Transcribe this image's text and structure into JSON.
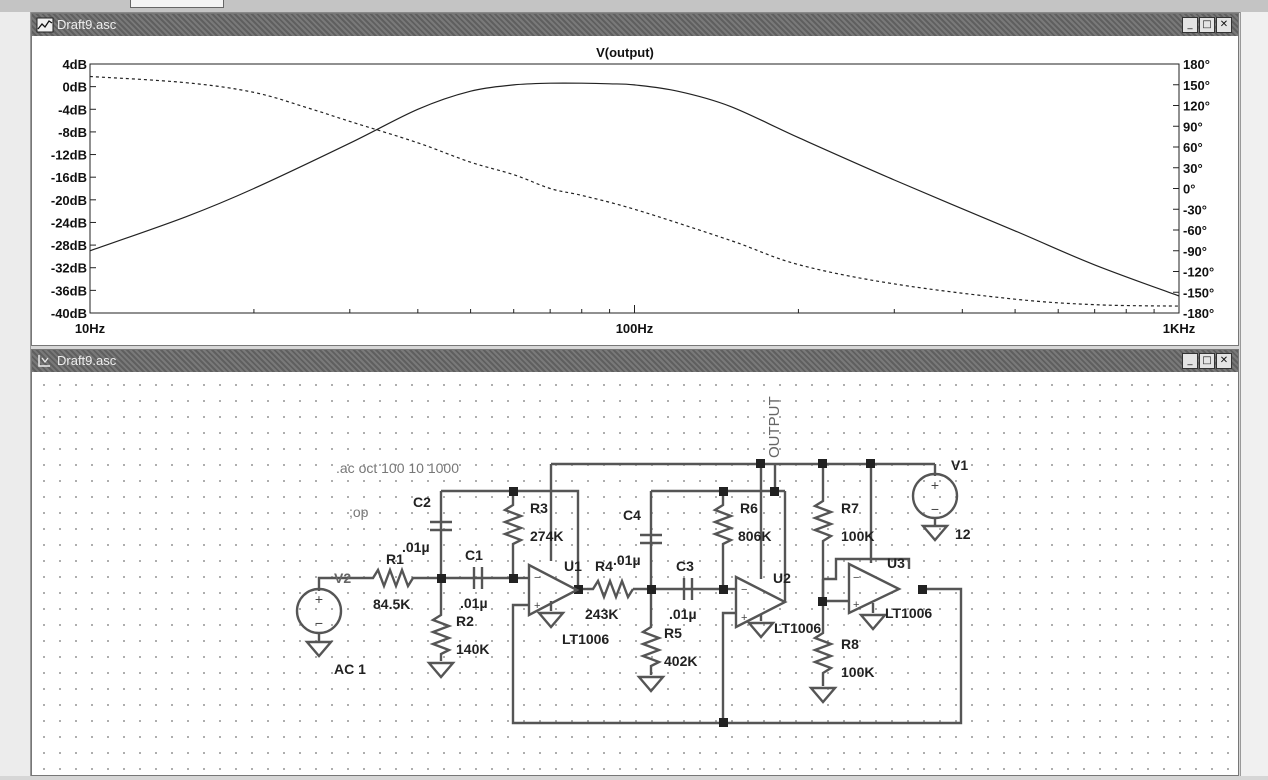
{
  "plot_window": {
    "title": "Draft9.asc",
    "trace_title": "V(output)",
    "y_left_ticks": [
      "4dB",
      "0dB",
      "-4dB",
      "-8dB",
      "-12dB",
      "-16dB",
      "-20dB",
      "-24dB",
      "-28dB",
      "-32dB",
      "-36dB",
      "-40dB"
    ],
    "y_right_ticks": [
      "180°",
      "150°",
      "120°",
      "90°",
      "60°",
      "30°",
      "0°",
      "-30°",
      "-60°",
      "-90°",
      "-120°",
      "-150°",
      "-180°"
    ],
    "x_ticks": [
      "10Hz",
      "100Hz",
      "1KHz"
    ],
    "buttons": {
      "minimize": "_",
      "restore": "□",
      "close": "✕"
    }
  },
  "chart_data": {
    "type": "line",
    "title": "V(output)",
    "x_scale": "log",
    "xlim": [
      10,
      1000
    ],
    "ylim_left": [
      -40,
      4
    ],
    "ylim_right": [
      -180,
      180
    ],
    "series": [
      {
        "name": "V(output)",
        "axis": "left",
        "style": "solid",
        "x": [
          10,
          15,
          20,
          30,
          40,
          50,
          60,
          70,
          80,
          90,
          100,
          120,
          150,
          200,
          300,
          500,
          700,
          1000
        ],
        "y": [
          -29,
          -23,
          -18,
          -10,
          -4,
          -0.8,
          0.3,
          0.6,
          0.6,
          0.5,
          0.3,
          -0.8,
          -3.5,
          -9,
          -16.5,
          -25.5,
          -31.5,
          -37
        ]
      },
      {
        "name": "phase",
        "axis": "right",
        "style": "dashed",
        "x": [
          10,
          15,
          20,
          25,
          30,
          40,
          50,
          60,
          70,
          80,
          100,
          150,
          200,
          300,
          500,
          700,
          1000
        ],
        "y": [
          162,
          153,
          139,
          117,
          97,
          66,
          38,
          20,
          0,
          -10,
          -30,
          -75,
          -110,
          -138,
          -160,
          -168,
          -170
        ]
      }
    ]
  },
  "schematic_window": {
    "title": "Draft9.asc",
    "buttons": {
      "minimize": "_",
      "restore": "□",
      "close": "✕"
    },
    "directives": {
      "ac": ".ac oct 100 10 1000",
      "op": ";op"
    },
    "net_label": "OUTPUT",
    "components": {
      "R1": {
        "name": "R1",
        "value": "84.5K"
      },
      "R2": {
        "name": "R2",
        "value": "140K"
      },
      "R3": {
        "name": "R3",
        "value": "274K"
      },
      "R4": {
        "name": "R4",
        "value": "243K"
      },
      "R5": {
        "name": "R5",
        "value": "402K"
      },
      "R6": {
        "name": "R6",
        "value": "806K"
      },
      "R7": {
        "name": "R7",
        "value": "100K"
      },
      "R8": {
        "name": "R8",
        "value": "100K"
      },
      "C1": {
        "name": "C1",
        "value": ".01µ"
      },
      "C2": {
        "name": "C2",
        "value": ".01µ"
      },
      "C3": {
        "name": "C3",
        "value": ".01µ"
      },
      "C4": {
        "name": "C4",
        "value": ".01µ"
      },
      "U1": {
        "name": "U1",
        "value": "LT1006"
      },
      "U2": {
        "name": "U2",
        "value": "LT1006"
      },
      "U3": {
        "name": "U3",
        "value": "LT1006"
      },
      "V1": {
        "name": "V1",
        "value": "12"
      },
      "V2": {
        "name": "V2",
        "value": "AC 1"
      }
    }
  }
}
